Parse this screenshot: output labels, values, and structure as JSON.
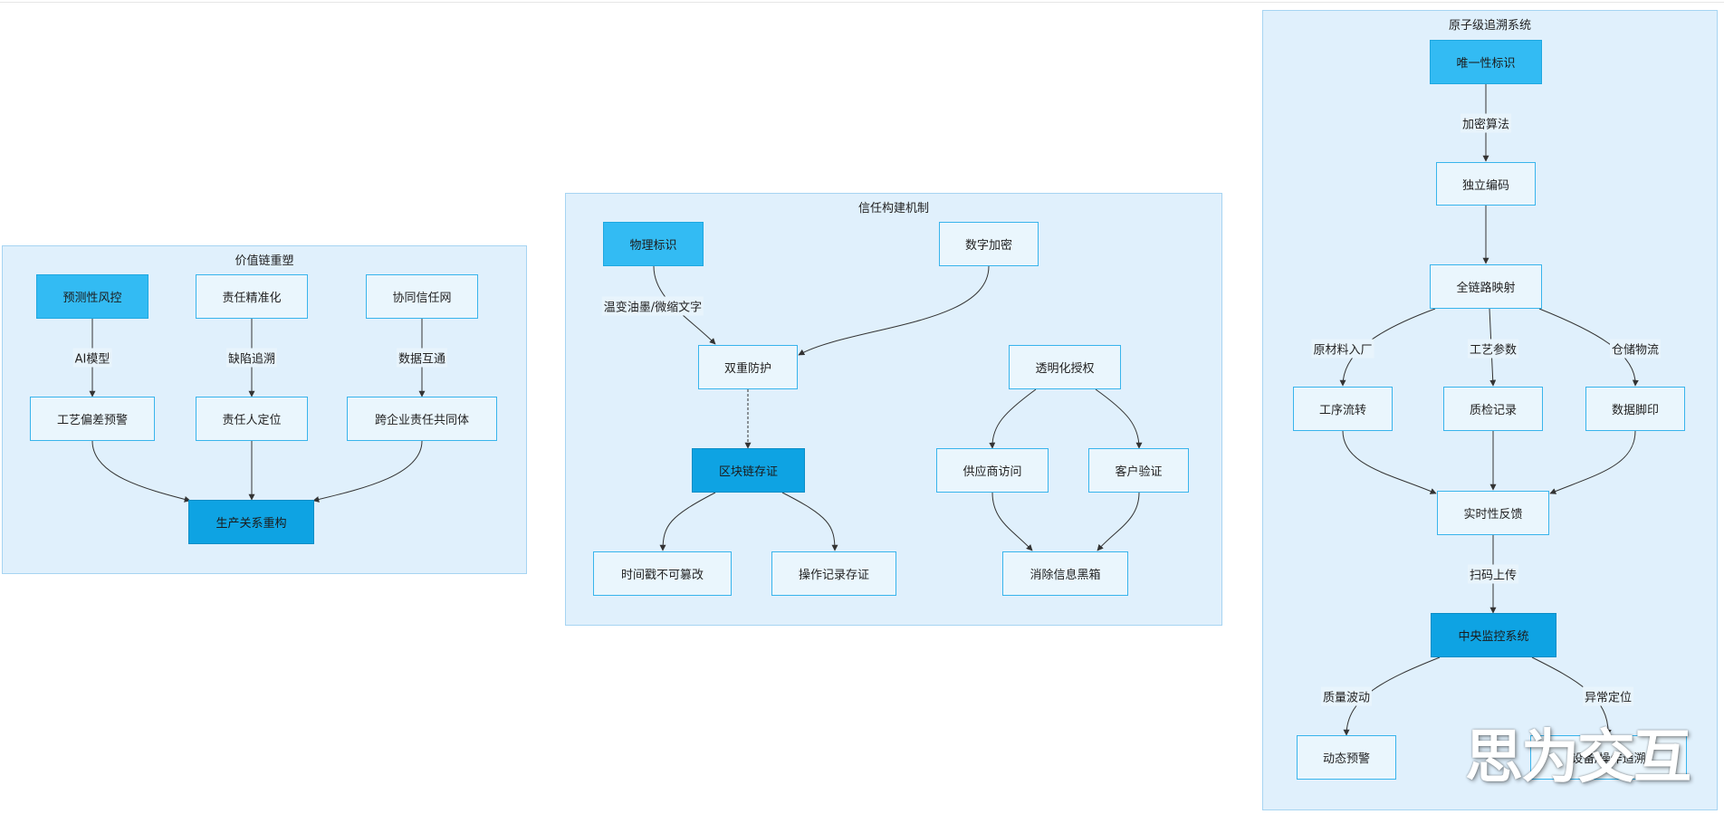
{
  "groups": {
    "value_chain": {
      "title": "价值链重塑"
    },
    "trust": {
      "title": "信任构建机制"
    },
    "trace": {
      "title": "原子级追溯系统"
    }
  },
  "nodes": {
    "predictive_risk": "预测性风控",
    "responsibility_precision": "责任精准化",
    "collab_trust_net": "协同信任网",
    "process_deviation_warning": "工艺偏差预警",
    "responsible_person_locate": "责任人定位",
    "cross_enterprise_community": "跨企业责任共同体",
    "production_relation_restructure": "生产关系重构",
    "physical_marking": "物理标识",
    "digital_encryption": "数字加密",
    "double_protection": "双重防护",
    "blockchain_evidence": "区块链存证",
    "timestamp_immutable": "时间戳不可篡改",
    "operation_record_evidence": "操作记录存证",
    "transparent_authorization": "透明化授权",
    "supplier_access": "供应商访问",
    "customer_verification": "客户验证",
    "eliminate_info_blackbox": "消除信息黑箱",
    "unique_identifier": "唯一性标识",
    "independent_encoding": "独立编码",
    "full_chain_mapping": "全链路映射",
    "process_flow": "工序流转",
    "quality_record": "质检记录",
    "data_footprint": "数据脚印",
    "realtime_feedback": "实时性反馈",
    "central_monitoring": "中央监控系统",
    "dynamic_warning": "动态预警",
    "operation_trace": "设备/操作追溯"
  },
  "edge_labels": {
    "ai_model": "AI模型",
    "defect_trace": "缺陷追溯",
    "data_interop": "数据互通",
    "thermochromic_ink": "温变油墨/微缩文字",
    "encryption_algo": "加密算法",
    "raw_material_in": "原材料入厂",
    "process_params": "工艺参数",
    "warehouse_logistics": "仓储物流",
    "scan_upload": "扫码上传",
    "quality_fluctuation": "质量波动",
    "anomaly_locate": "异常定位"
  },
  "watermark": "思为交互",
  "colors": {
    "group_fill": "#e0f0fc",
    "group_border": "#a6d4f2",
    "node_fill": "#eaf6fd",
    "node_border": "#38b4ec",
    "node_dark": "#0ea3e3",
    "node_mid": "#33bbf3",
    "edge": "#333333"
  }
}
